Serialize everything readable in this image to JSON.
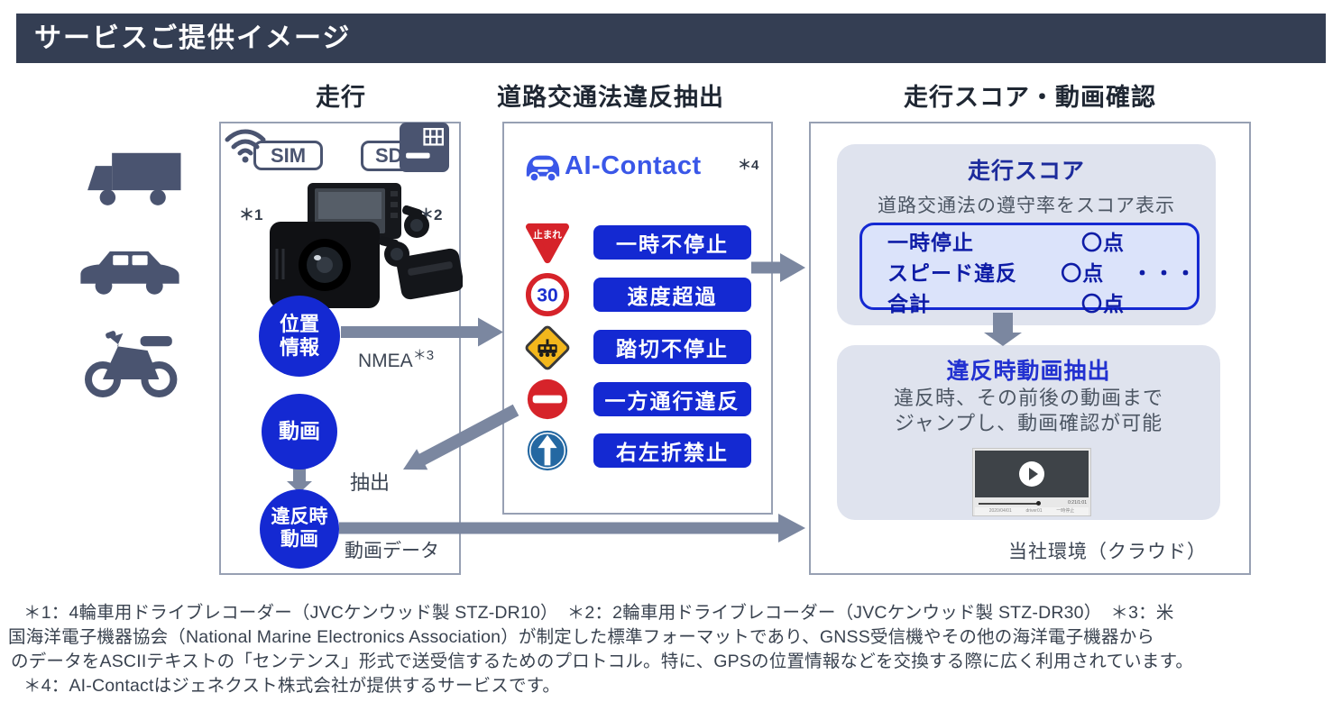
{
  "page": {
    "title": "サービスご提供イメージ"
  },
  "columns": {
    "left_header": "走行",
    "middle_header": "道路交通法違反抽出",
    "right_header": "走行スコア・動画確認"
  },
  "driving": {
    "sim": "SIM",
    "sd": "SD",
    "ref1": "＊1",
    "ref2": "＊2",
    "circle1_line1": "位置",
    "circle1_line2": "情報",
    "circle2": "動画",
    "circle3_line1": "違反時",
    "circle3_line2": "動画",
    "nmea": "NMEA",
    "nmea_ref": "＊3",
    "extract": "抽出",
    "video_data": "動画データ"
  },
  "ai_contact": {
    "name": "AI-Contact",
    "ref": "＊4"
  },
  "signs": {
    "stop_text": "止まれ",
    "speed_text": "30"
  },
  "violations": [
    {
      "label": "一時不停止"
    },
    {
      "label": "速度超過"
    },
    {
      "label": "踏切不停止"
    },
    {
      "label": "一方通行違反"
    },
    {
      "label": "右左折禁止"
    }
  ],
  "score_panel": {
    "title": "走行スコア",
    "subtitle": "道路交通法の遵守率をスコア表示",
    "rows": [
      {
        "label": "一時停止",
        "value": "〇点",
        "extra": ""
      },
      {
        "label": "スピード違反",
        "value": "〇点",
        "extra": "・・・"
      },
      {
        "label": "合計",
        "value": "〇点",
        "extra": ""
      }
    ]
  },
  "video_panel": {
    "title": "違反時動画抽出",
    "desc_line1": "違反時、その前後の動画まで",
    "desc_line2": "ジャンプし、動画確認が可能",
    "player": {
      "time": "0:21/1:01",
      "date": "2020/04/01",
      "driver": "driver01",
      "tag": "一時停止"
    }
  },
  "cloud_label": "当社環境（クラウド）",
  "footnotes": {
    "line1": "＊1：4輪車用ドライブレコーダー（JVCケンウッド製 STZ-DR10）　＊2：2輪車用ドライブレコーダー（JVCケンウッド製 STZ-DR30）　＊3：米",
    "line2": "国海洋電子機器協会（National Marine Electronics Association）が制定した標準フォーマットであり、GNSS受信機やその他の海洋電子機器から",
    "line3": "のデータをASCIIテキストの「センテンス」形式で送受信するためのプロトコル。特に、GPSの位置情報などを交換する際に広く利用されています。",
    "line4": "＊4：AI-Contactはジェネクスト株式会社が提供するサービスです。"
  },
  "colors": {
    "header_bar": "#343e53",
    "accent_blue": "#1429d2",
    "logo_blue": "#3a57e8",
    "slate": "#4a5470",
    "arrow": "#7b87a0",
    "panel_bg": "#dfe3ee",
    "score_box_bg": "#dbe3fa",
    "score_text": "#0e1ca6",
    "sign_red": "#d6232a",
    "sign_yellow": "#f3b71c",
    "sign_blue": "#2468a2"
  }
}
